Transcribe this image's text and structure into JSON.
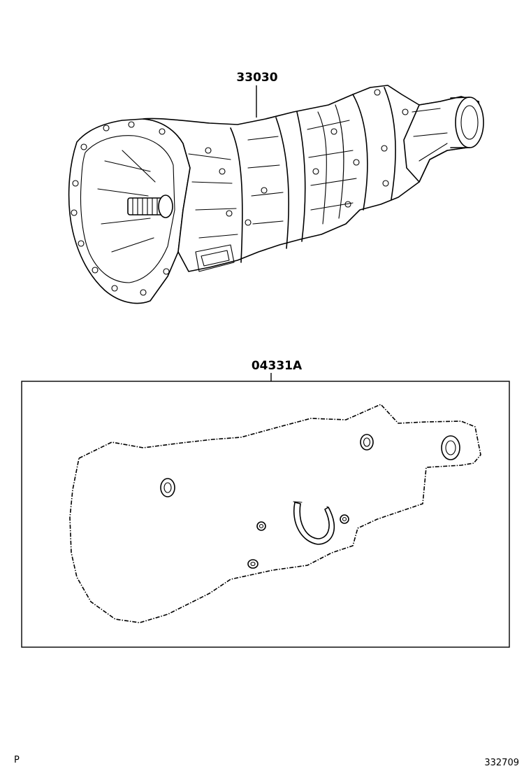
{
  "diagram": {
    "parts": [
      {
        "number": "33030"
      },
      {
        "number": "04331A"
      }
    ],
    "footer": {
      "left": "P",
      "right": "332709"
    }
  }
}
